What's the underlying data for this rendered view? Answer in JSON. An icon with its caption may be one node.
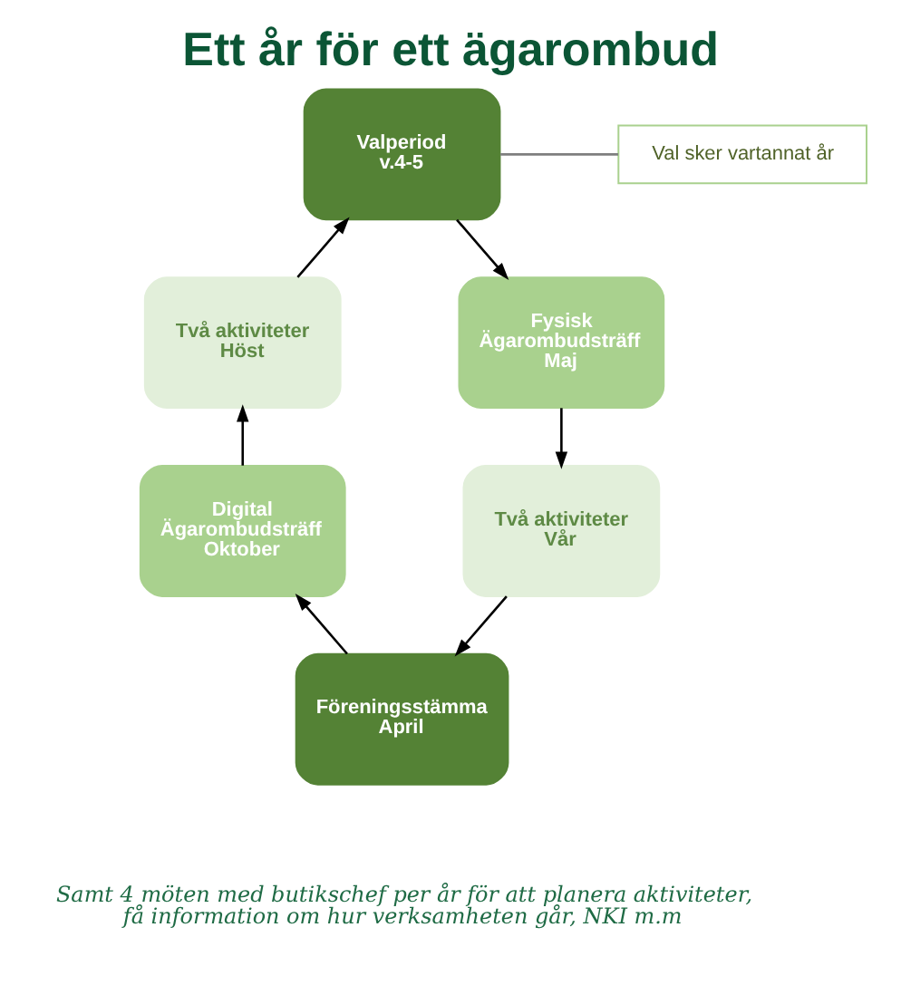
{
  "diagram": {
    "title": "Ett år för ett ägarombud",
    "caption": "Samt 4 möten med butikschef per år för att planera aktiviteter, få information om hur verksamheten går, NKI m.m",
    "nodes": [
      {
        "text": [
          "Val sker vartannat år"
        ]
      },
      {
        "text": [
          "Valperiod",
          "v.4-5"
        ]
      },
      {
        "text": [
          "Två aktiviteter",
          "Höst"
        ]
      },
      {
        "text": [
          "Fysisk Ägarombudsträff",
          "Maj"
        ]
      },
      {
        "text": [
          "Digital Ägarombudsträff",
          "Oktober"
        ]
      },
      {
        "text": [
          "Två aktiviteter",
          "Vår"
        ]
      },
      {
        "text": [
          "Föreningsstämma",
          "April"
        ]
      }
    ],
    "edges": [
      {
        "from": 0,
        "to": 1,
        "arrow": "none",
        "color": "#7f7f7f"
      },
      {
        "from": 1,
        "to": 3,
        "arrow": "to"
      },
      {
        "from": 3,
        "to": 5,
        "arrow": "to"
      },
      {
        "from": 5,
        "to": 6,
        "arrow": "to"
      },
      {
        "from": 6,
        "to": 4,
        "arrow": "to"
      },
      {
        "from": 4,
        "to": 2,
        "arrow": "to"
      },
      {
        "from": 2,
        "to": 1,
        "arrow": "to"
      }
    ]
  }
}
